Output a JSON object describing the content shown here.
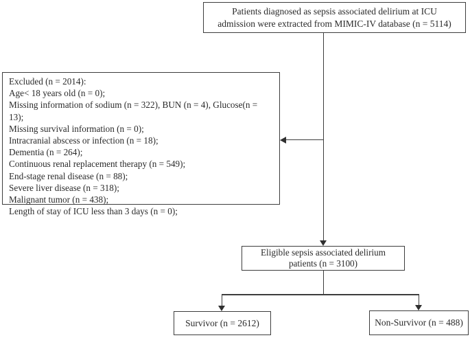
{
  "flowchart": {
    "top_box": {
      "lines": [
        "Patients diagnosed as sepsis associated delirium at ICU",
        "admission were extracted from MIMIC-IV database (n = 5114)"
      ]
    },
    "excluded_box": {
      "title": "Excluded (n = 2014):",
      "items": [
        "Age< 18 years old (n = 0);",
        "Missing information of sodium (n = 322), BUN (n = 4), Glucose(n = 13);",
        "Missing survival information (n = 0);",
        "Intracranial abscess or infection (n = 18);",
        "Dementia (n = 264);",
        "Continuous renal replacement therapy (n = 549);",
        "End-stage renal disease (n = 88);",
        "Severe liver disease (n = 318);",
        "Malignant tumor (n = 438);",
        "Length of stay of ICU less than 3 days (n = 0);"
      ]
    },
    "eligible_box": {
      "lines": [
        "Eligible sepsis associated delirium",
        "patients (n = 3100)"
      ]
    },
    "survivor_box": {
      "text": "Survivor (n = 2612)"
    },
    "non_survivor_box": {
      "text": "Non-Survivor (n = 488)"
    },
    "colors": {
      "border": "#3c3c3c",
      "line": "#3c3c3c",
      "text": "#2a2a2a",
      "background": "#ffffff"
    }
  }
}
